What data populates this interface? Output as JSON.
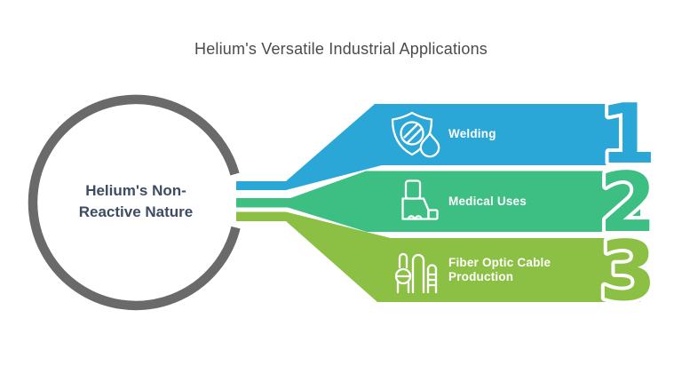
{
  "title": "Helium's Versatile Industrial Applications",
  "hub": {
    "label": "Helium's Non-Reactive Nature",
    "ring_color": "#6A6A6A",
    "text_color": "#3D4C63"
  },
  "items": [
    {
      "number": "1",
      "label": "Welding",
      "color": "#2AA7D6",
      "icon": "shield-flame-icon"
    },
    {
      "number": "2",
      "label": "Medical Uses",
      "color": "#3DBE82",
      "icon": "inhaler-icon"
    },
    {
      "number": "3",
      "label": "Fiber Optic Cable Production",
      "color": "#8CC044",
      "icon": "industrial-columns-icon"
    }
  ],
  "colors": {
    "background": "#FFFFFF",
    "title_text": "#4B4B4B",
    "banner_label_text": "#FFFFFF",
    "number_outline": "#FFFFFF"
  }
}
